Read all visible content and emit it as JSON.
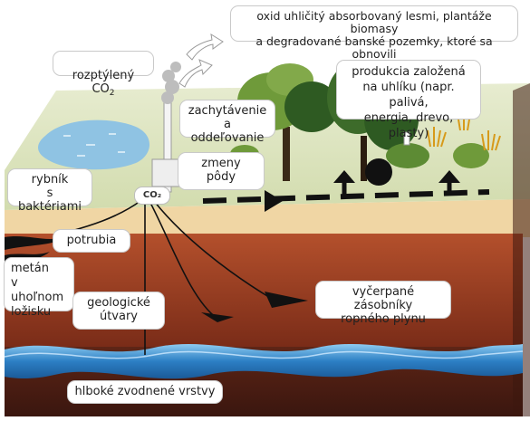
{
  "labels": {
    "dispersed_co2": "rozptýlený CO",
    "dispersed_co2_sub": "2",
    "absorbed_co2": "oxid uhličitý absorbovaný lesmi, plantáže biomasy\na degradované banské pozemky, ktoré sa obnovili",
    "capture": "zachytávenie\na oddeľovanie",
    "carbon_products": "produkcia založená\nna uhlíku (napr. palivá,\nenergia, drevo, plasty)",
    "soil_changes": "zmeny\npôdy",
    "pond": "rybník\ns baktériami",
    "co2_tag": "CO₂",
    "pipelines": "potrubia",
    "methane": "metán\nv uhoľnom\nložisku",
    "geological": "geologické\nútvary",
    "depleted": "vyčerpané zásobníky\nropného plynu",
    "aquifers": "hlboké zvodnené vrstvy"
  },
  "colors": {
    "sky": "#ffffff",
    "grass": "#dfe6c2",
    "topsoil": "#f1d9a8",
    "upper_rock": "#9a3b22",
    "lower_rock": "#4a1e14",
    "aquifer": "#2f86c9",
    "pond": "#8fc3e3",
    "tree_dark": "#2e5a22",
    "tree_light": "#6f9a3a",
    "arrow": "#111111"
  }
}
